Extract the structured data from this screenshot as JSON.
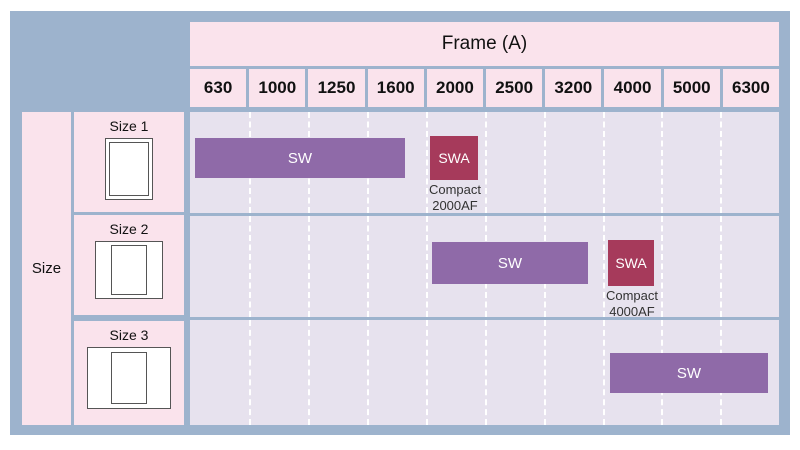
{
  "chart_data": {
    "type": "bar",
    "title": "Frame (A)",
    "xlabel": "Frame (A)",
    "ylabel": "Size",
    "grid": true,
    "legend": null,
    "categories": [
      "630",
      "1000",
      "1250",
      "1600",
      "2000",
      "2500",
      "3200",
      "4000",
      "5000",
      "6300"
    ],
    "rows": [
      {
        "name": "Size 1",
        "bars": [
          {
            "label": "SW",
            "kind": "sw",
            "from": "630",
            "to": "2000",
            "note": null
          },
          {
            "label": "SWA",
            "kind": "swa",
            "from": "2000",
            "to": "2000",
            "note": "Compact\n2000AF"
          }
        ]
      },
      {
        "name": "Size 2",
        "bars": [
          {
            "label": "SW",
            "kind": "sw",
            "from": "2000",
            "to": "4000",
            "note": null
          },
          {
            "label": "SWA",
            "kind": "swa",
            "from": "4000",
            "to": "4000",
            "note": "Compact\n4000AF"
          }
        ]
      },
      {
        "name": "Size 3",
        "bars": [
          {
            "label": "SW",
            "kind": "sw",
            "from": "4000",
            "to": "6300",
            "note": null
          }
        ]
      }
    ]
  },
  "header": {
    "frame_title": "Frame (A)",
    "columns": [
      "630",
      "1000",
      "1250",
      "1600",
      "2000",
      "2500",
      "3200",
      "4000",
      "5000",
      "6300"
    ]
  },
  "sidebar": {
    "axis_label": "Size",
    "rows": [
      {
        "label": "Size 1",
        "icon": "breaker-size-1-icon"
      },
      {
        "label": "Size 2",
        "icon": "breaker-size-2-icon"
      },
      {
        "label": "Size 3",
        "icon": "breaker-size-3-icon"
      }
    ]
  },
  "bars": {
    "row1": {
      "sw_label": "SW",
      "swa_label": "SWA",
      "swa_note": "Compact\n2000AF"
    },
    "row2": {
      "sw_label": "SW",
      "swa_label": "SWA",
      "swa_note": "Compact\n4000AF"
    },
    "row3": {
      "sw_label": "SW"
    }
  },
  "colors": {
    "frame_border": "#9db3cd",
    "header_fill": "#fae3ec",
    "plot_fill": "#e7e2ee",
    "sw_bar": "#8f6aa8",
    "swa_bar": "#a63a5b",
    "gridline": "#ffffff",
    "page_background": "#ffffff"
  }
}
